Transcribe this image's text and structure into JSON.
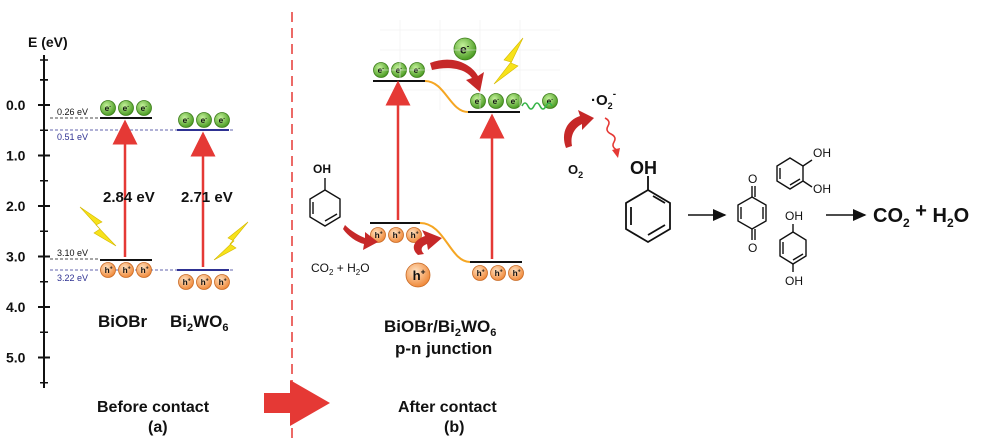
{
  "axis": {
    "label": "E (eV)",
    "ticks": [
      "0.0",
      "1.0",
      "2.0",
      "3.0",
      "4.0",
      "5.0"
    ]
  },
  "panel_a": {
    "biobr": {
      "name": "BiOBr",
      "cb_label": "0.26 eV",
      "vb_label": "3.10 eV",
      "gap": "2.84 eV"
    },
    "bi2wo6": {
      "name_base": "Bi",
      "name_sub1": "2",
      "name_mid": "WO",
      "name_sub2": "6",
      "cb_label": "0.51 eV",
      "vb_label": "3.22 eV",
      "gap": "2.71 eV"
    },
    "caption": "Before contact",
    "tag": "(a)"
  },
  "panel_b": {
    "junction_line1_a": "BiOBr/Bi",
    "junction_line1_sub1": "2",
    "junction_line1_b": "WO",
    "junction_line1_sub2": "6",
    "junction_line2": "p-n junction",
    "caption": "After contact",
    "tag": "(b)",
    "hole_label": "h",
    "electron_label": "e",
    "co2_h2o": "CO",
    "co2_sub": "2",
    "co2_rest": " + H",
    "h2o_sub": "2",
    "h2o_rest": "O",
    "phenol_oh": "OH",
    "o2_label": "O",
    "o2_sub": "2",
    "superoxide": "O",
    "superoxide_sub": "2"
  },
  "reaction": {
    "phenol_oh": "OH",
    "catechol_oh1": "OH",
    "catechol_oh2": "OH",
    "quinone_o1": "O",
    "quinone_o2": "O",
    "hq_oh1": "OH",
    "hq_oh2": "OH",
    "product_co": "CO",
    "product_sub": "2",
    "product_plus": " + ",
    "product_h": "H",
    "product_sub2": "2",
    "product_o": "O"
  },
  "colors": {
    "electron": "#7ac943",
    "hole": "#f4a460",
    "arrow_red": "#e53935",
    "dark_red": "#b71c1c",
    "band_blue": "#2e3192",
    "dashed_red": "#e53935",
    "wavy_green": "#39b54a",
    "orange_curve": "#f5a623",
    "lightning": "#f7e21b"
  }
}
